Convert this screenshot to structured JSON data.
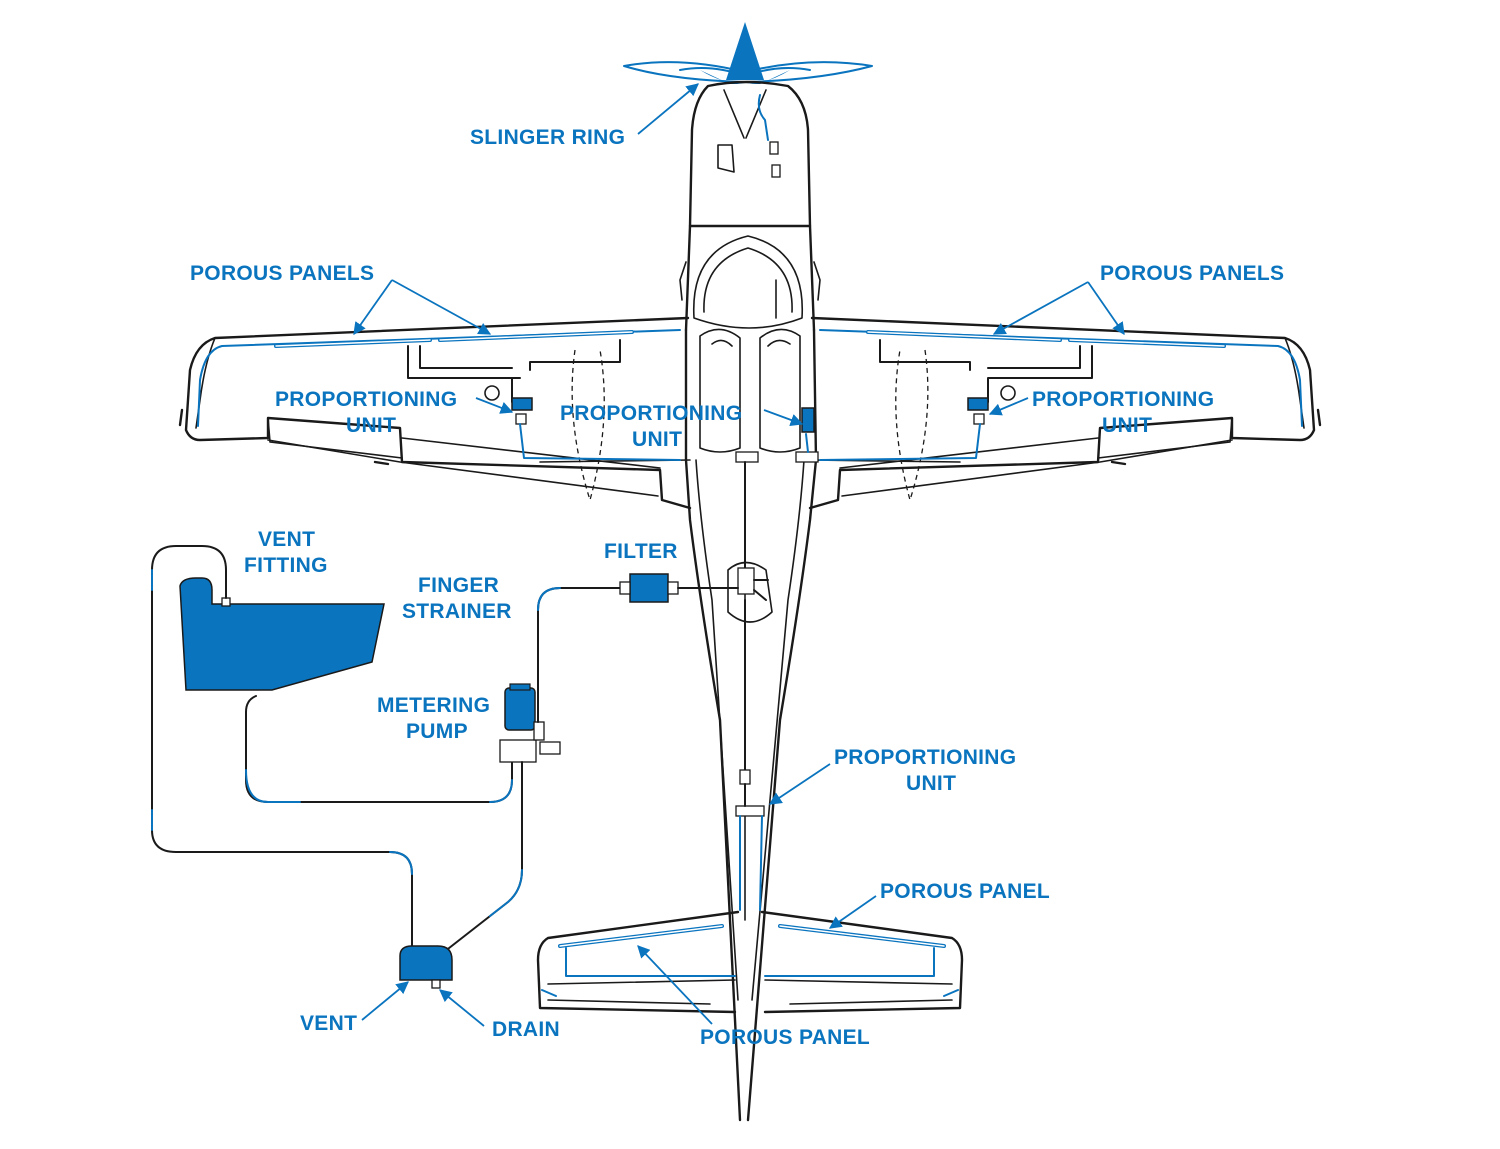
{
  "colors": {
    "accent": "#0a74bf",
    "line": "#1a1a1a"
  },
  "labels": {
    "slinger_ring": "SLINGER RING",
    "porous_panels_left": "POROUS PANELS",
    "porous_panels_right": "POROUS PANELS",
    "proportioning_unit_left": [
      "PROPORTIONING",
      "UNIT"
    ],
    "proportioning_unit_center": [
      "PROPORTIONING",
      "UNIT"
    ],
    "proportioning_unit_right": [
      "PROPORTIONING",
      "UNIT"
    ],
    "proportioning_unit_tail": [
      "PROPORTIONING",
      "UNIT"
    ],
    "vent_fitting": [
      "VENT",
      "FITTING"
    ],
    "finger_strainer": [
      "FINGER",
      "STRAINER"
    ],
    "filter": "FILTER",
    "metering_pump": [
      "METERING",
      "PUMP"
    ],
    "porous_panel_right_tail": "POROUS PANEL",
    "porous_panel_left_tail": "POROUS PANEL",
    "vent": "VENT",
    "drain": "DRAIN"
  }
}
